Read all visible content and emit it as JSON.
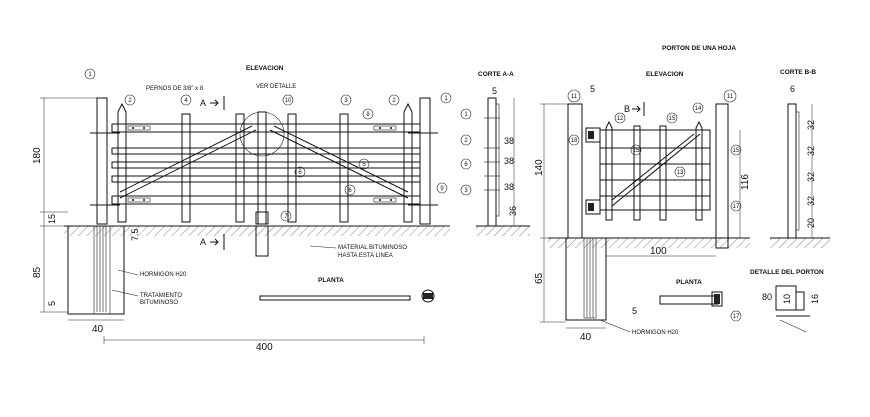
{
  "header": {
    "main_title": "PORTON DE UNA HOJA"
  },
  "left": {
    "elevation_title": "ELEVACION",
    "bolt_note": "PERNOS DE 3/8\" x 8",
    "detail_note": "VER DETALLE",
    "bitumen_note": "MATERIAL BITUMINOSO",
    "bitumen_note2": "HASTA ESTA LINEA",
    "concrete_note": "HORMIGON H20",
    "treatment_note": "TRATAMIENTO",
    "treatment_note2": "BITUMINOSO",
    "plan_title": "PLANTA",
    "section_mark": "A",
    "dims": {
      "h180": "180",
      "h15": "15",
      "h7_5": "7.5",
      "h85": "85",
      "h5": "5",
      "w40": "40",
      "w400": "400"
    }
  },
  "section_a": {
    "title": "CORTE A-A",
    "dims": {
      "top": "5",
      "d38a": "38",
      "d38b": "38",
      "d38c": "38",
      "d36": "36"
    }
  },
  "right": {
    "elevation_title": "ELEVACION",
    "section_mark": "B",
    "concrete_note": "HORMIGON H20",
    "plan_title": "PLANTA",
    "dims": {
      "top5": "5",
      "h140": "140",
      "h116": "116",
      "h65": "65",
      "h5": "5",
      "w40": "40",
      "w100": "100"
    }
  },
  "section_b": {
    "title": "CORTE B-B",
    "dims": {
      "top6": "6",
      "d32a": "32",
      "d32b": "32",
      "d32c": "32",
      "d32d": "32",
      "d20": "20"
    }
  },
  "detail": {
    "title": "DETALLE DEL PORTON",
    "dims": {
      "d80": "80",
      "d10": "10",
      "d16": "16"
    }
  },
  "bubbles": [
    "1",
    "2",
    "3",
    "4",
    "5",
    "6",
    "7",
    "8",
    "9",
    "10",
    "11",
    "12",
    "13",
    "14",
    "15",
    "16",
    "17",
    "18"
  ]
}
